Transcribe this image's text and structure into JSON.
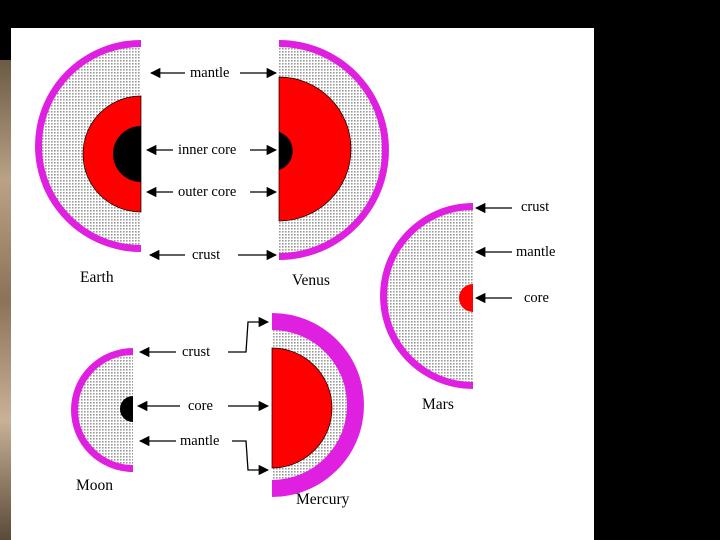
{
  "colors": {
    "crust": "#e020e0",
    "mantle_pattern": "#9a9a9a",
    "core_red": "#ff0000",
    "inner_core": "#000000",
    "background": "#ffffff",
    "frame": "#000000"
  },
  "planets": {
    "earth": {
      "name": "Earth"
    },
    "venus": {
      "name": "Venus"
    },
    "mars": {
      "name": "Mars"
    },
    "moon": {
      "name": "Moon"
    },
    "mercury": {
      "name": "Mercury"
    }
  },
  "earth_venus_labels": {
    "mantle": "mantle",
    "inner_core": "inner core",
    "outer_core": "outer core",
    "crust": "crust"
  },
  "mars_labels": {
    "crust": "crust",
    "mantle": "mantle",
    "core": "core"
  },
  "moon_mercury_labels": {
    "crust": "crust",
    "core": "core",
    "mantle": "mantle"
  }
}
